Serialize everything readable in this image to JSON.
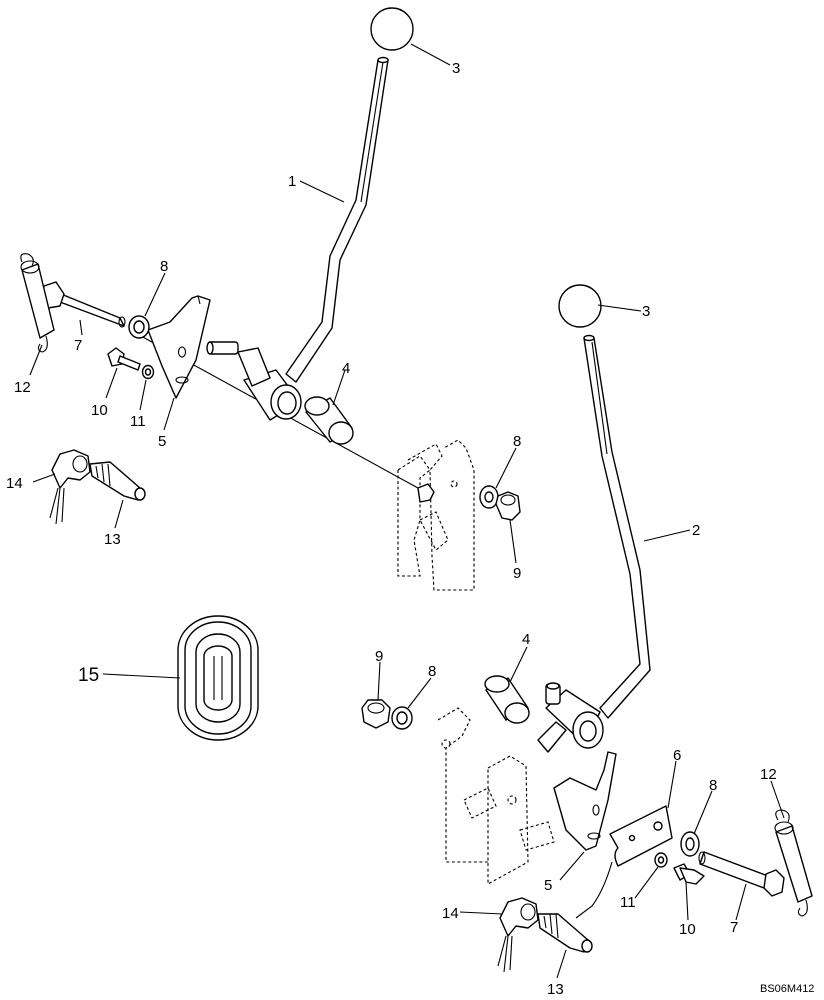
{
  "callouts": [
    {
      "id": "c1",
      "label": "1"
    },
    {
      "id": "c2",
      "label": "2"
    },
    {
      "id": "c3a",
      "label": "3"
    },
    {
      "id": "c3b",
      "label": "3"
    },
    {
      "id": "c4a",
      "label": "4"
    },
    {
      "id": "c4b",
      "label": "4"
    },
    {
      "id": "c5a",
      "label": "5"
    },
    {
      "id": "c5b",
      "label": "5"
    },
    {
      "id": "c6",
      "label": "6"
    },
    {
      "id": "c7a",
      "label": "7"
    },
    {
      "id": "c7b",
      "label": "7"
    },
    {
      "id": "c8a",
      "label": "8"
    },
    {
      "id": "c8b",
      "label": "8"
    },
    {
      "id": "c8c",
      "label": "8"
    },
    {
      "id": "c8d",
      "label": "8"
    },
    {
      "id": "c9a",
      "label": "9"
    },
    {
      "id": "c9b",
      "label": "9"
    },
    {
      "id": "c10a",
      "label": "10"
    },
    {
      "id": "c10b",
      "label": "10"
    },
    {
      "id": "c11a",
      "label": "11"
    },
    {
      "id": "c11b",
      "label": "11"
    },
    {
      "id": "c12a",
      "label": "12"
    },
    {
      "id": "c12b",
      "label": "12"
    },
    {
      "id": "c13a",
      "label": "13"
    },
    {
      "id": "c13b",
      "label": "13"
    },
    {
      "id": "c14a",
      "label": "14"
    },
    {
      "id": "c14b",
      "label": "14"
    },
    {
      "id": "c15",
      "label": "15"
    }
  ],
  "drawing_ref": "BS06M412"
}
